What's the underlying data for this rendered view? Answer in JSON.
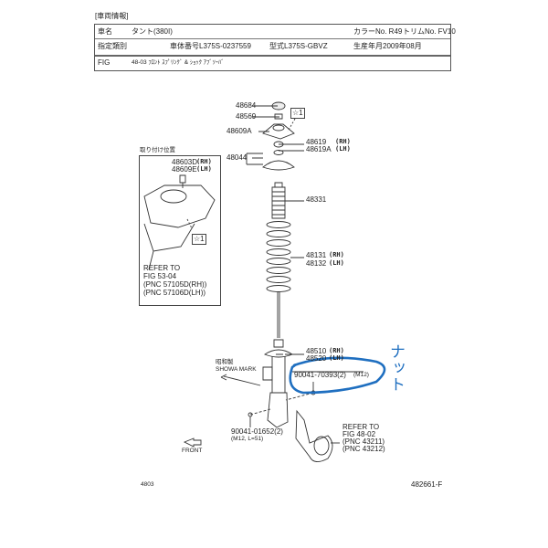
{
  "header": {
    "section_title": "[車両情報]",
    "vehicle_name_label": "車名",
    "vehicle_name": "タント(380I)",
    "color_no": "カラーNo. R49",
    "trim_no": "トリムNo. FV10",
    "designation_label": "指定類別",
    "body_no_label": "車体番号",
    "body_no": "L375S-0237559",
    "model_label": "型式",
    "model": "L375S-GBVZ",
    "production_label": "生産年月",
    "production_date": "2009年08月",
    "fig_label": "FIG",
    "fig_title": "48-03 ﾌﾛﾝﾄ ｽﾌﾟﾘﾝｸﾞ & ｼｮｯｸ ｱﾌﾞｿｰﾊﾞ"
  },
  "parts": {
    "p48684": "48684",
    "p48569": "48569",
    "p48609A": "48609A",
    "star_ref": "☆1",
    "p48619": "48619",
    "p48619A": "48619A",
    "p48044": "48044",
    "p48331": "48331",
    "p48131": "48131",
    "p48132": "48132",
    "p48510": "48510",
    "p48520": "48520",
    "rh": "(RH)",
    "lh": "(LH)",
    "nut_70393": "90041-70393(2)",
    "nut_70393_spec": "(M12)",
    "bolt_01652": "90041-01652(2)",
    "bolt_01652_spec": "(M12, L=51)",
    "showa_jp": "昭和製",
    "showa_mark": "SHOWA MARK",
    "front": "FRONT"
  },
  "inset": {
    "title": "取り付け位置",
    "p48603D": "48603D",
    "p48609E": "48609E",
    "rh": "(RH)",
    "lh": "(LH)",
    "star_ref": "☆1",
    "refer": [
      "REFER TO",
      "FIG   53-04",
      "(PNC 57105D(RH))",
      "(PNC 57106D(LH))"
    ]
  },
  "knuckle_refer": [
    "REFER TO",
    "FIG   48-02",
    "(PNC 43211)",
    "(PNC 43212)"
  ],
  "footer": {
    "page_code": "4803",
    "drawing_no": "482661-F"
  },
  "annotation": {
    "handwritten": "ナット",
    "ink_color": "#1f6fc0"
  }
}
